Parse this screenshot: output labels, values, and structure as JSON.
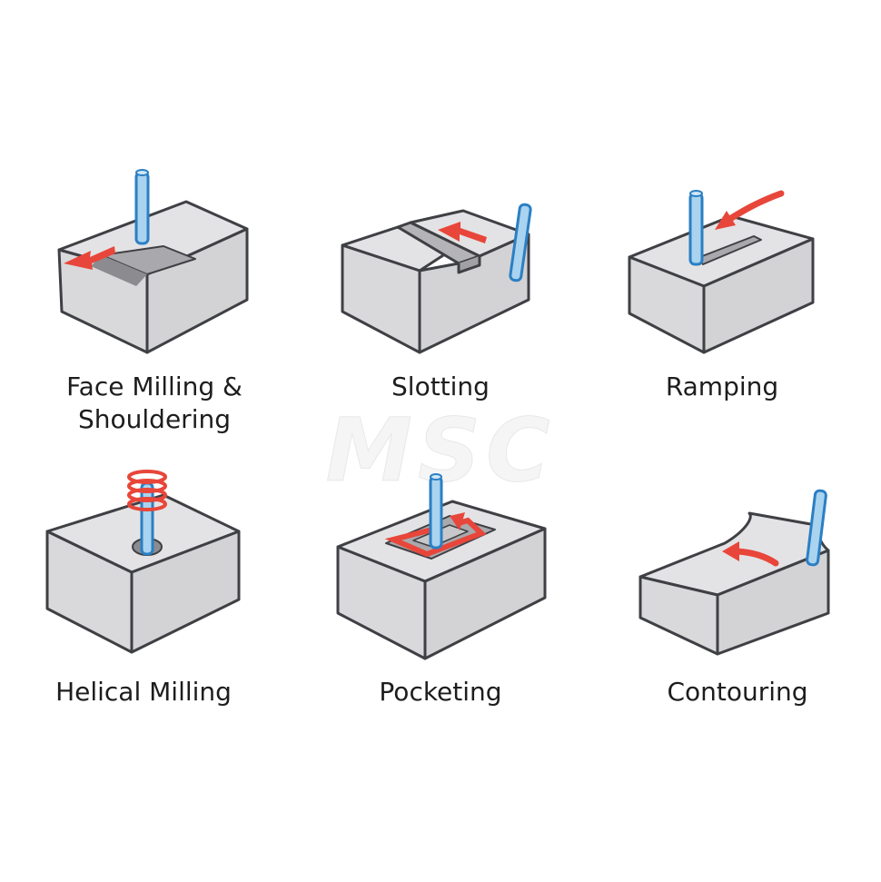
{
  "watermark": "MSC",
  "colors": {
    "block_face": "#d9d9db",
    "block_top": "#e3e3e5",
    "block_dark": "#c4c4c6",
    "outline": "#3f4044",
    "tool_blue": "#2b7fc4",
    "tool_light": "#a9d3ef",
    "arrow_red": "#e8463a"
  },
  "operations": [
    {
      "label": "Face Milling &\nShouldering"
    },
    {
      "label": "Slotting"
    },
    {
      "label": "Ramping"
    },
    {
      "label": "Helical Milling"
    },
    {
      "label": "Pocketing"
    },
    {
      "label": "Contouring"
    }
  ]
}
